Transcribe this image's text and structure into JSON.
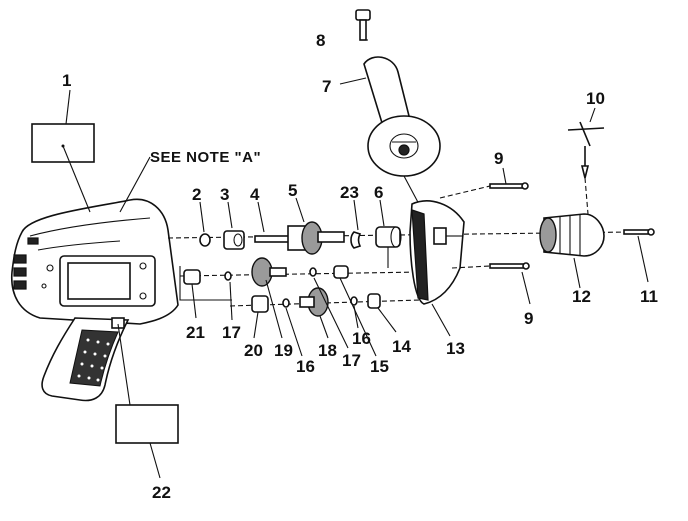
{
  "diagram": {
    "note": "SEE NOTE \"A\"",
    "part_labels": {
      "p1": "1",
      "p2": "2",
      "p3": "3",
      "p4": "4",
      "p5": "5",
      "p6": "6",
      "p7": "7",
      "p8": "8",
      "p9a": "9",
      "p9b": "9",
      "p10": "10",
      "p11": "11",
      "p12": "12",
      "p13": "13",
      "p14": "14",
      "p15": "15",
      "p16a": "16",
      "p16b": "16",
      "p17a": "17",
      "p17b": "17",
      "p18": "18",
      "p19": "19",
      "p20": "20",
      "p21": "21",
      "p22": "22",
      "p23": "23"
    }
  }
}
